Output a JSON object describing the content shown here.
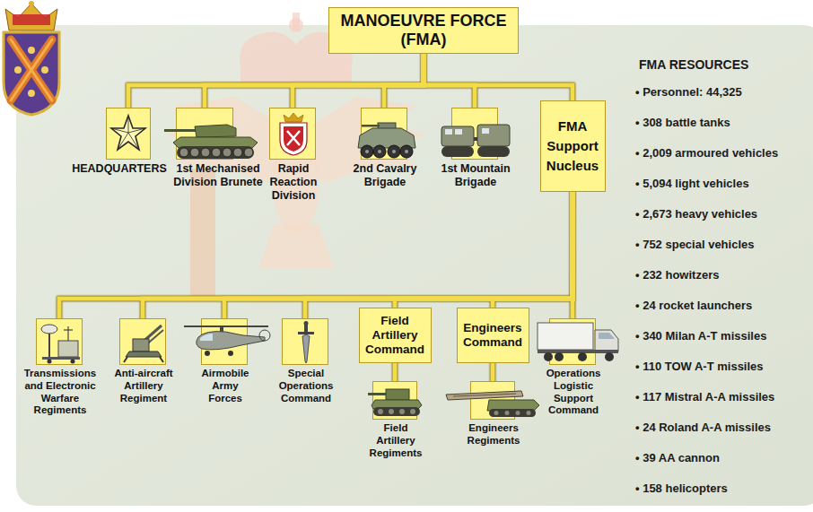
{
  "diagram": {
    "nodes": [
      {
        "text": [
          "MANOEUVRE FORCE (FMA)"
        ]
      },
      {
        "text": [
          "HEADQUARTERS"
        ]
      },
      {
        "text": [
          "1st Mechanised Division Brunete"
        ]
      },
      {
        "text": [
          "Rapid Reaction Division"
        ]
      },
      {
        "text": [
          "2nd Cavalry Brigade"
        ]
      },
      {
        "text": [
          "1st Mountain Brigade"
        ]
      },
      {
        "text": [
          "FMA Support Nucleus"
        ]
      },
      {
        "text": [
          "Transmissions and Electronic Warfare Regiments"
        ]
      },
      {
        "text": [
          "Anti-aircraft Artillery Regiment"
        ]
      },
      {
        "text": [
          "Airmobile Army Forces"
        ]
      },
      {
        "text": [
          "Special Operations Command"
        ]
      },
      {
        "text": [
          "Field Artillery Command"
        ]
      },
      {
        "text": [
          "Field Artillery Regiments"
        ]
      },
      {
        "text": [
          "Engineers Command"
        ]
      },
      {
        "text": [
          "Engineers Regiments"
        ]
      },
      {
        "text": [
          "Operations Logistic Support Command"
        ]
      }
    ],
    "edges": [
      {
        "from": 0,
        "to": 1,
        "arrow": "none"
      },
      {
        "from": 0,
        "to": 2,
        "arrow": "none"
      },
      {
        "from": 0,
        "to": 3,
        "arrow": "none"
      },
      {
        "from": 0,
        "to": 4,
        "arrow": "none"
      },
      {
        "from": 0,
        "to": 5,
        "arrow": "none"
      },
      {
        "from": 0,
        "to": 6,
        "arrow": "none"
      },
      {
        "from": 6,
        "to": 7,
        "arrow": "none"
      },
      {
        "from": 6,
        "to": 8,
        "arrow": "none"
      },
      {
        "from": 6,
        "to": 9,
        "arrow": "none"
      },
      {
        "from": 6,
        "to": 10,
        "arrow": "none"
      },
      {
        "from": 6,
        "to": 11,
        "arrow": "none"
      },
      {
        "from": 6,
        "to": 13,
        "arrow": "none"
      },
      {
        "from": 6,
        "to": 15,
        "arrow": "none"
      },
      {
        "from": 11,
        "to": 12,
        "arrow": "none"
      },
      {
        "from": 13,
        "to": 14,
        "arrow": "none"
      }
    ],
    "labels": [
      "FMA RESOURCES",
      "• Personnel: 44,325",
      "• 308 battle tanks",
      "• 2,009 armoured vehicles",
      "• 5,094 light vehicles",
      "• 2,673 heavy vehicles",
      "• 752 special vehicles",
      "• 232 howitzers",
      "• 24 rocket launchers",
      "• 340 Milan A-T missiles",
      "• 110 TOW A-T missiles",
      "• 117 Mistral A-A missiles",
      "• 24 Roland A-A missiles",
      "• 39 AA cannon",
      "• 158 helicopters"
    ]
  }
}
